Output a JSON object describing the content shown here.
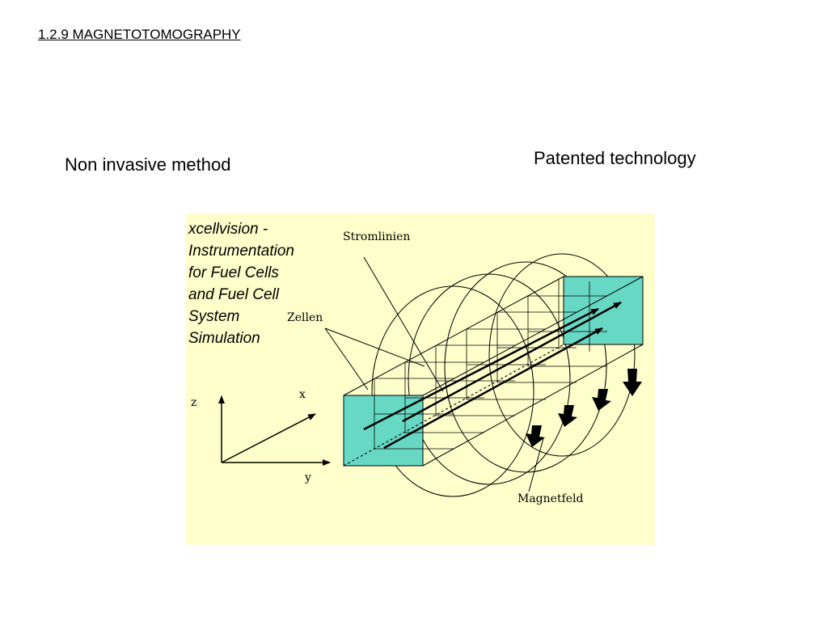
{
  "slide": {
    "title": "1.2.9 MAGNETOTOMOGRAPHY",
    "left_caption": "Non invasive method",
    "right_caption": "Patented technology"
  },
  "figure": {
    "caption_lines": [
      "xcellvision -",
      "Instrumentation",
      "for Fuel Cells",
      "and Fuel Cell",
      "System",
      "Simulation"
    ],
    "labels": {
      "stromlinien": "Stromlinien",
      "zellen": "Zellen",
      "magnetfeld": "Magnetfeld",
      "axis_x": "x",
      "axis_y": "y",
      "axis_z": "z"
    },
    "colors": {
      "background": "#ffffcc",
      "cell_fill": "#66d8c4",
      "line": "#000000"
    }
  }
}
